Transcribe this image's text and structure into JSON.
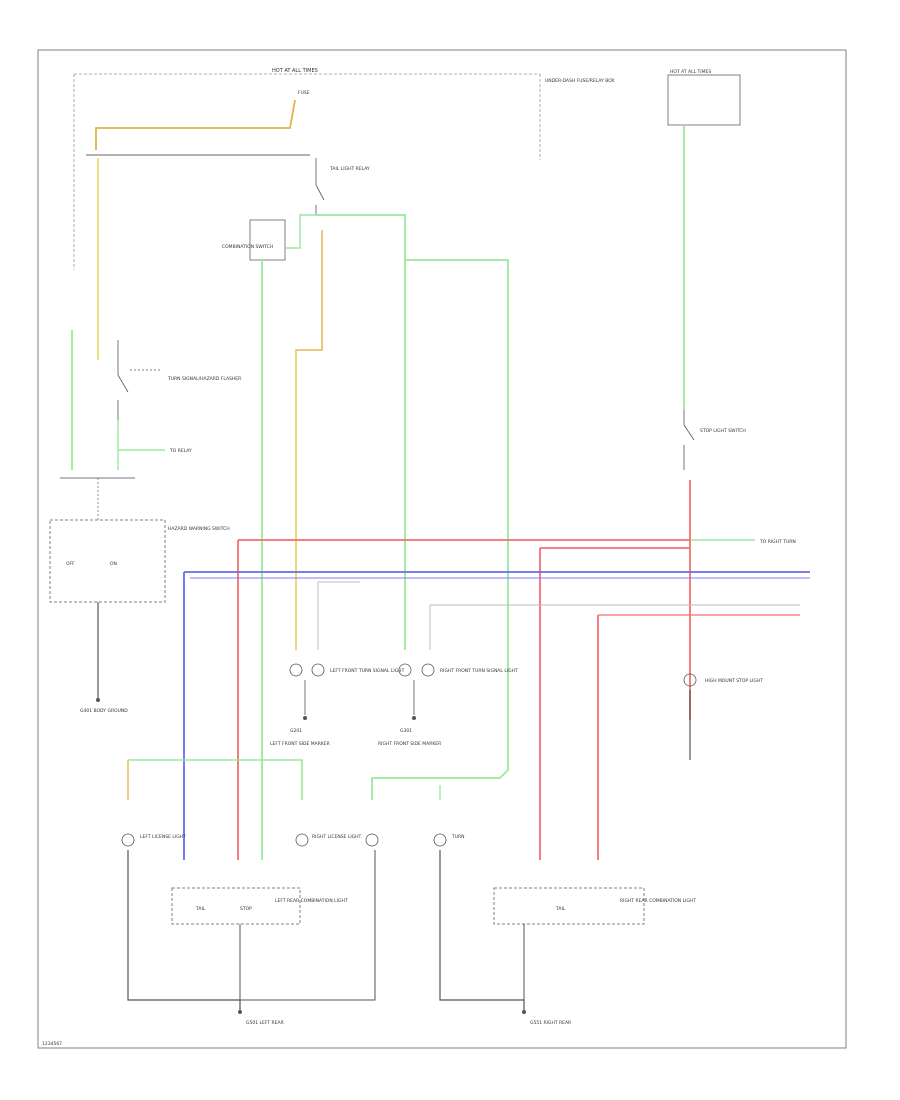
{
  "diagram": {
    "footer_code": "1234567",
    "wire_colors": {
      "orange": "#E8B04A",
      "yellow": "#E8E070",
      "green": "#9BE89B",
      "red": "#F07070",
      "blue": "#6A6AF0",
      "gray": "#BDBDBD",
      "black": "#555555"
    },
    "labels": {
      "hot_at_all_times": "HOT AT ALL TIMES",
      "hot_at_all_times_2": "HOT AT ALL TIMES",
      "fuse_block_label": "FUSE",
      "fuse_block_desc": "UNDER-DASH FUSE/RELAY BOX",
      "tail_light_relay": "TAIL LIGHT RELAY",
      "combination_switch": "COMBINATION SWITCH",
      "hazard_switch": "HAZARD WARNING SWITCH",
      "turn_signal_flasher": "TURN SIGNAL/HAZARD FLASHER",
      "to_relay": "TO RELAY",
      "left_front_turn": "LEFT FRONT TURN SIGNAL LIGHT",
      "right_front_turn": "RIGHT FRONT TURN SIGNAL LIGHT",
      "left_front_side_marker": "LEFT FRONT SIDE MARKER",
      "right_front_side_marker": "RIGHT FRONT SIDE MARKER",
      "left_rear_combo": "LEFT REAR COMBINATION LIGHT",
      "right_rear_combo": "RIGHT REAR COMBINATION LIGHT",
      "left_license": "LEFT LICENSE LIGHT",
      "right_license": "RIGHT LICENSE LIGHT",
      "stop_light_switch": "STOP LIGHT SWITCH",
      "high_mount_stop": "HIGH MOUNT STOP LIGHT",
      "ground_left_rear": "G501 LEFT REAR",
      "ground_right_rear": "G551 RIGHT REAR",
      "ground_body": "G401 BODY GROUND",
      "ground_front_left": "G201",
      "ground_front_right": "G301",
      "tail": "TAIL",
      "stop": "STOP",
      "turn": "TURN",
      "off": "OFF",
      "on": "ON",
      "to_right": "TO RIGHT TURN"
    }
  }
}
